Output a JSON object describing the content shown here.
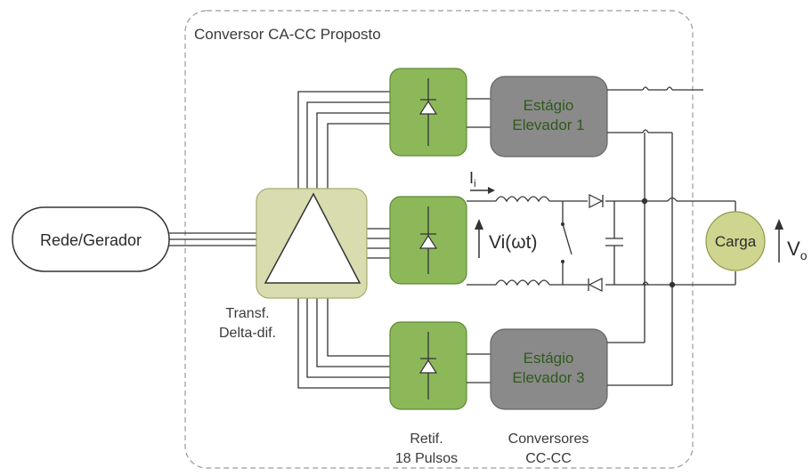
{
  "diagram": {
    "frame_title": "Conversor CA-CC Proposto",
    "source_label": "Rede/Gerador",
    "transformer_label_line1": "Transf.",
    "transformer_label_line2": "Delta-dif.",
    "stage1_line1": "Estágio",
    "stage1_line2": "Elevador 1",
    "stage3_line1": "Estágio",
    "stage3_line2": "Elevador 3",
    "current_label": "I",
    "current_subscript": "i",
    "voltage_in_label": "Vi(ωt)",
    "load_label": "Carga",
    "output_voltage_label": "V",
    "output_voltage_subscript": "o",
    "rectifier_caption_line1": "Retif.",
    "rectifier_caption_line2": "18 Pulsos",
    "converters_caption_line1": "Conversores",
    "converters_caption_line2": "CC-CC"
  },
  "colors": {
    "rectifier_fill": "#8db85a",
    "rectifier_stroke": "#5d8a34",
    "transformer_fill": "#d9dcae",
    "transformer_stroke": "#a7ab6e",
    "stage_fill": "#8a8a8a",
    "stage_stroke": "#666666",
    "stage_text": "#2f5a1c",
    "load_fill": "#cfd58e",
    "load_stroke": "#8f9a4a",
    "wire": "#333333",
    "frame": "#9a9a9a"
  }
}
